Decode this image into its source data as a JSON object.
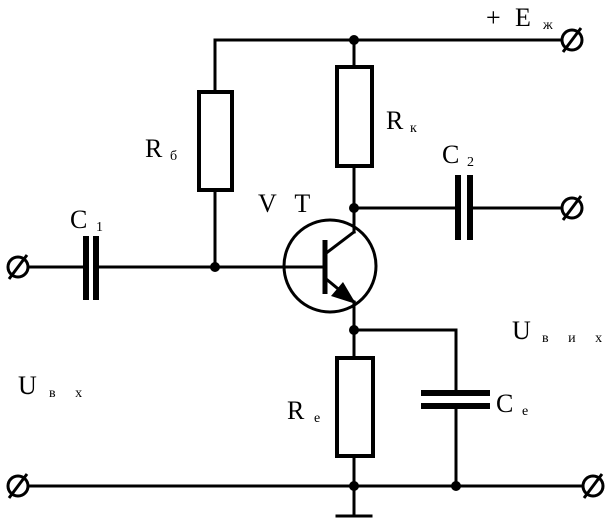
{
  "labels": {
    "supply": {
      "sign": "+",
      "main": "E",
      "sub": "ж"
    },
    "rb": {
      "main": "R",
      "sub": "б"
    },
    "rk": {
      "main": "R",
      "sub": "к"
    },
    "c1": {
      "main": "C",
      "sub": "1"
    },
    "c2": {
      "main": "C",
      "sub": "2"
    },
    "vt": {
      "main": "V T"
    },
    "uvx": {
      "main": "U",
      "sub": "в х"
    },
    "uvyx": {
      "main": "U",
      "sub": "в и х"
    },
    "re": {
      "main": "R",
      "sub": "е"
    },
    "ce": {
      "main": "C",
      "sub": "е"
    }
  },
  "colors": {
    "line": "#000000",
    "background": "#ffffff"
  }
}
